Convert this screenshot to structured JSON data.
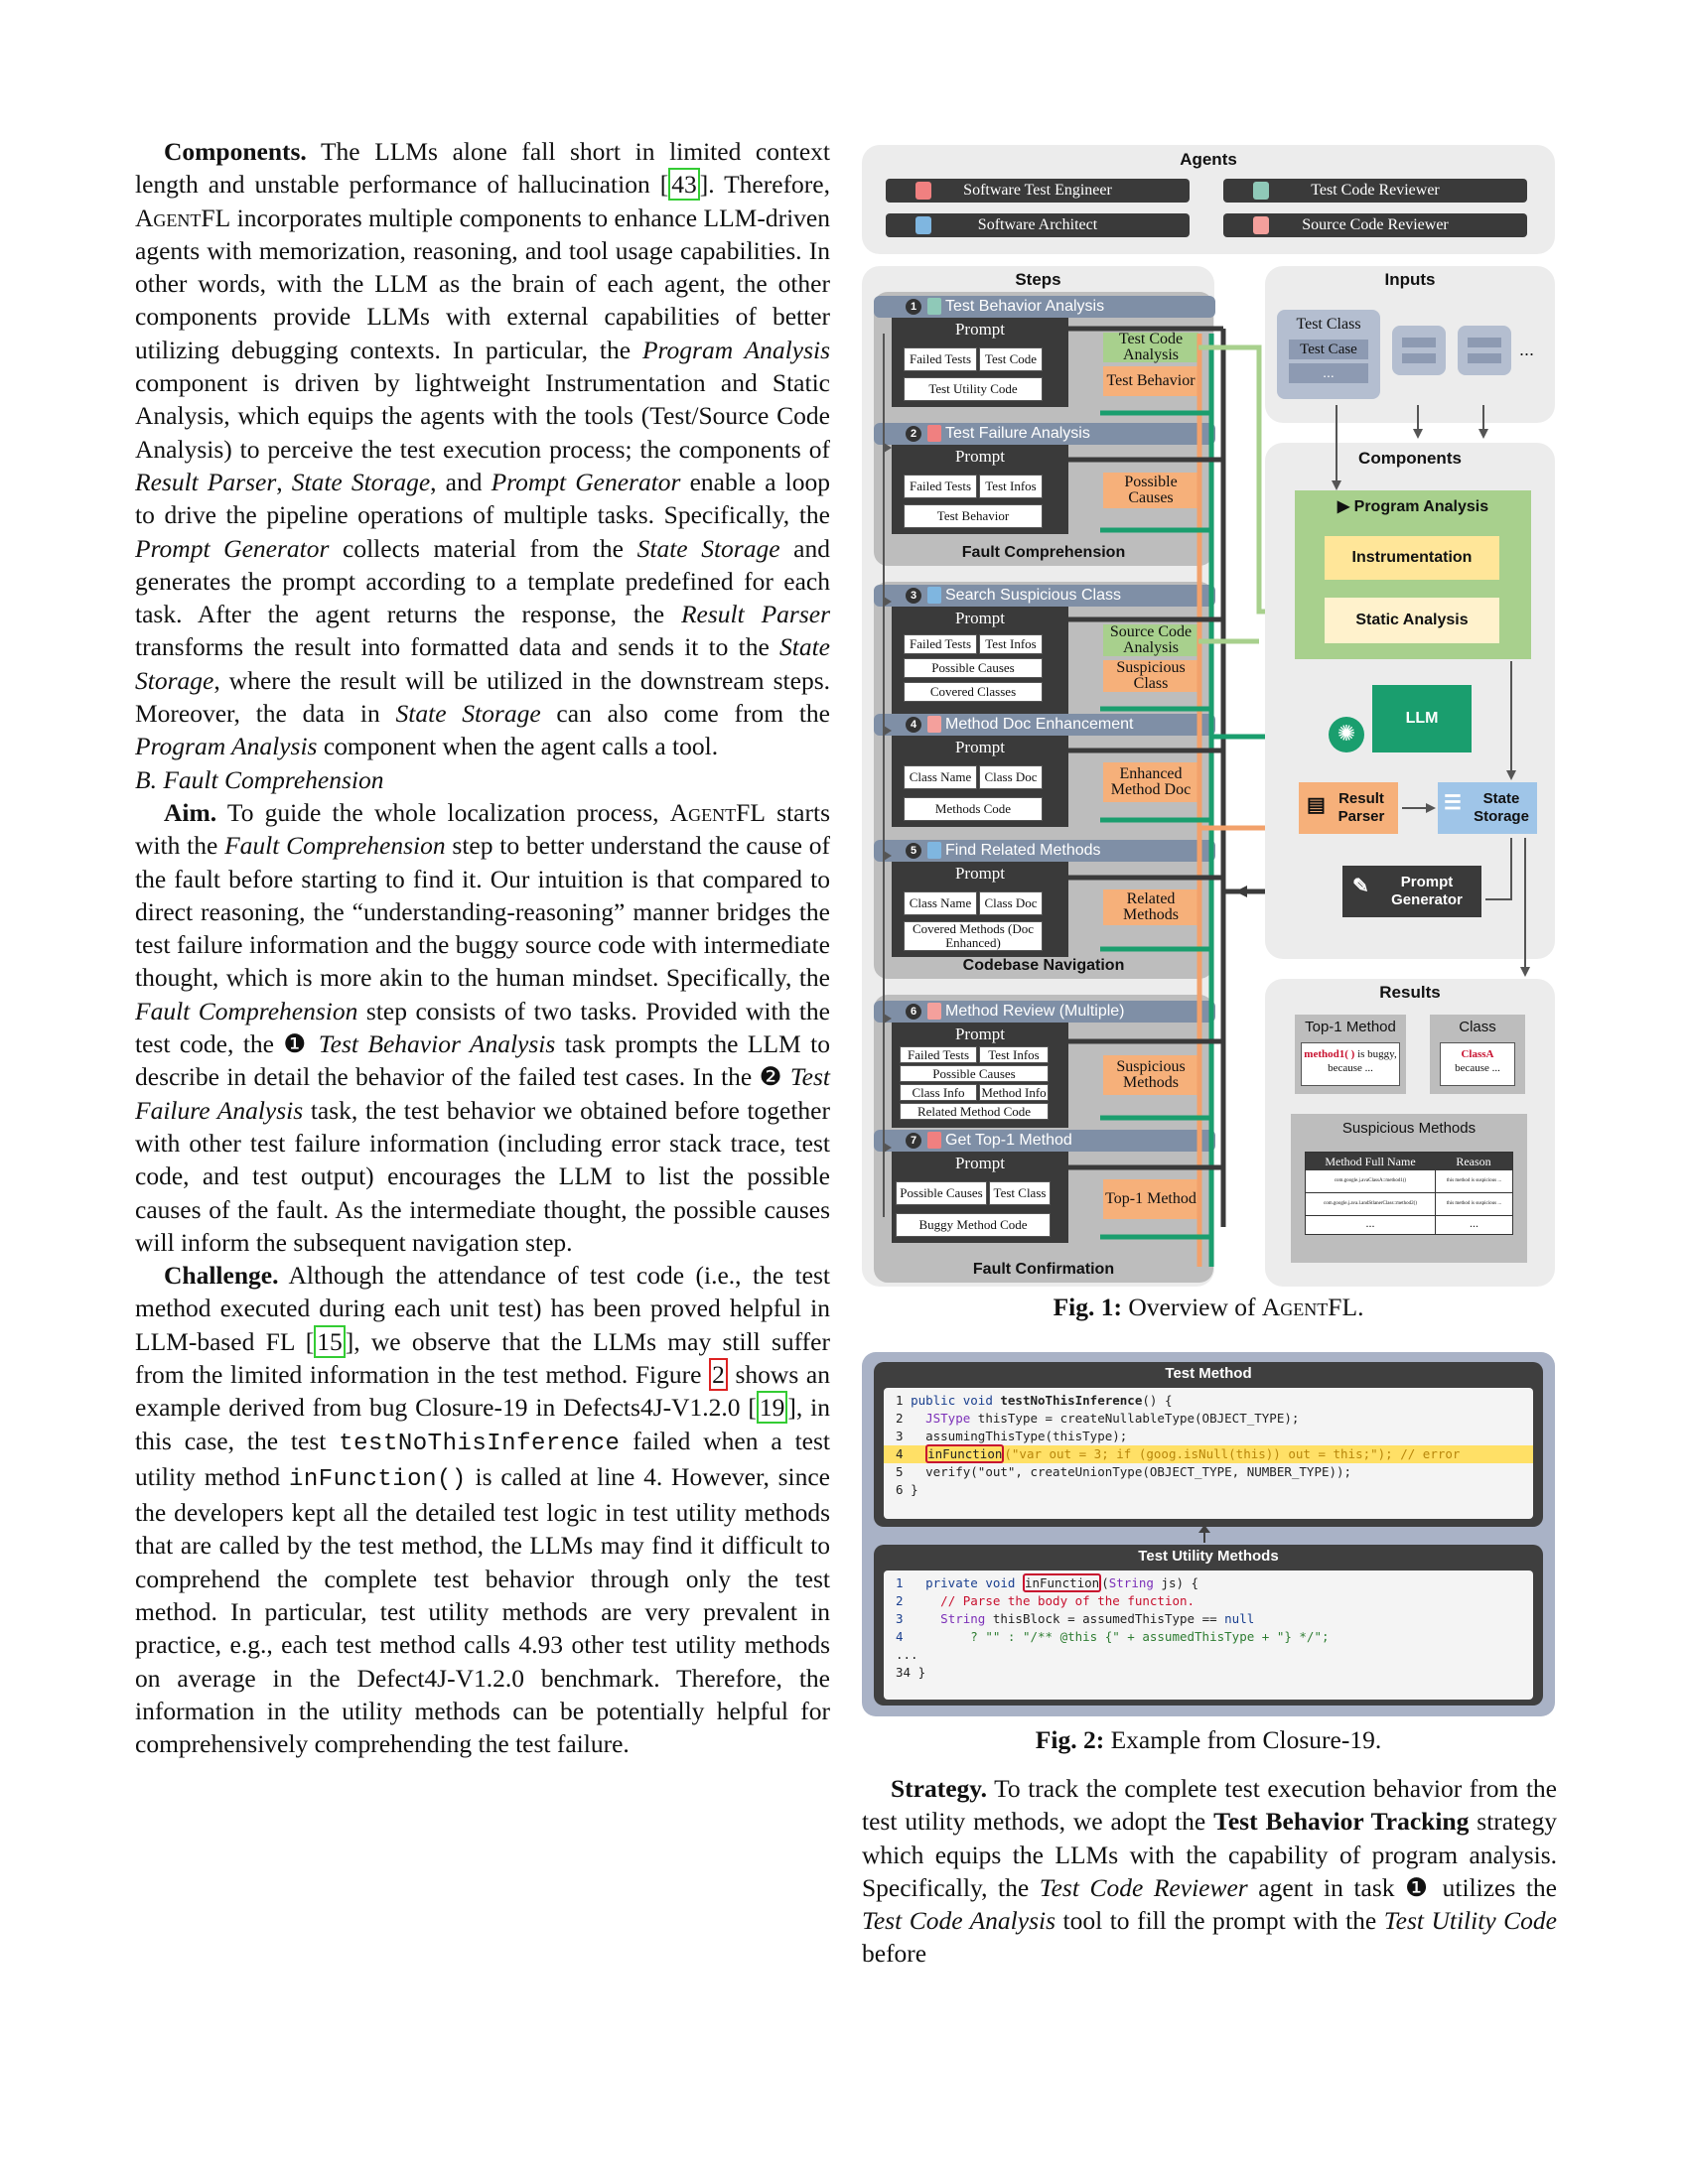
{
  "left_column": {
    "p_components": {
      "lead": "Components.",
      "t1": " The LLMs alone fall short in limited context length and unstable performance of hallucination ",
      "ref": "43",
      "t2": ". Therefore, ",
      "agentfl": "AgentFL",
      "t3": " incorporates multiple components to enhance LLM-driven agents with memorization, reasoning, and tool usage capabilities. In other words, with the LLM as the brain of each agent, the other components provide LLMs with external capabilities of better utilizing debugging contexts. In particular, the ",
      "i1": "Program Analysis",
      "t4": " component is driven by lightweight Instrumentation and Static Analysis, which equips the agents with the tools (Test/Source Code Analysis) to perceive the test execution process; the components of ",
      "i2": "Result Parser",
      "t5": ", ",
      "i3": "State Storage",
      "t6": ", and ",
      "i4": "Prompt Generator",
      "t7": " enable a loop to drive the pipeline operations of multiple tasks. Specifically, the ",
      "i5": "Prompt Generator",
      "t8": " collects material from the ",
      "i6": "State Storage",
      "t9": " and generates the prompt according to a template predefined for each task. After the agent returns the response, the ",
      "i7": "Result Parser",
      "t10": " transforms the result into formatted data and sends it to the ",
      "i8": "State Storage",
      "t11": ", where the result will be utilized in the downstream steps. Moreover, the data in ",
      "i9": "State Storage",
      "t12": " can also come from the ",
      "i10": "Program Analysis",
      "t13": " component when the agent calls a tool."
    },
    "section_heading": "B.  Fault Comprehension",
    "p_aim": {
      "lead": "Aim.",
      "t1": " To guide the whole localization process, ",
      "agentfl": "AgentFL",
      "t2": " starts with the ",
      "i1": "Fault Comprehension",
      "t3": " step to better understand the cause of the fault before starting to find it. Our intuition is that compared to direct reasoning, the “understanding-reasoning” manner bridges the test failure information and the buggy source code with intermediate thought, which is more akin to the human mindset. Specifically, the ",
      "i2": "Fault Comprehension",
      "t4": " step consists of two tasks. Provided with the test code, the ❶ ",
      "i3": "Test Behavior Analysis",
      "t5": " task prompts the LLM to describe in detail the behavior of the failed test cases. In the ❷ ",
      "i4": "Test Failure Analysis",
      "t6": " task, the test behavior we obtained before together with other test failure information (including error stack trace, test code, and test output) encourages the LLM to list the possible causes of the fault. As the intermediate thought, the possible causes will inform the subsequent navigation step."
    },
    "p_challenge": {
      "lead": "Challenge.",
      "t1": " Although the attendance of test code (i.e., the test method executed during each unit test) has been proved helpful in LLM-based FL ",
      "ref1": "15",
      "t2": ", we observe that the LLMs may still suffer from the limited information in the test method. Figure ",
      "fig": "2",
      "t3": " shows an example derived from bug Closure-19 in Defects4J-V1.2.0 ",
      "ref2": "19",
      "t4": ", in this case, the test ",
      "code1": "testNoThisInference",
      "t5": " failed when a test utility method ",
      "code2": "inFunction()",
      "t6": " is called at line 4. However, since the developers kept all the detailed test logic in test utility methods that are called by the test method, the LLMs may find it difficult to comprehend the complete test behavior through only the test method. In particular, test utility methods are very prevalent in practice, e.g., each test method calls 4.93 other test utility methods on average in the Defect4J-V1.2.0 benchmark. Therefore, the information in the utility methods can be potentially helpful for comprehensively comprehending the test failure."
    }
  },
  "right_column": {
    "p_strategy": {
      "lead": "Strategy.",
      "t1": " To track the complete test execution behavior from the test utility methods, we adopt the ",
      "b1": "Test Behavior Tracking",
      "t2": " strategy which equips the LLMs with the capability of program analysis. Specifically, the ",
      "i1": "Test Code Reviewer",
      "t3": " agent in task ❶ utilizes the ",
      "i2": "Test Code Analysis",
      "t4": " tool to fill the prompt with the ",
      "i3": "Test Utility Code",
      "t5": " before"
    }
  },
  "fig1": {
    "caption_label": "Fig. 1:",
    "caption_text": " Overview of ",
    "caption_name": "AgentFL",
    "caption_end": ".",
    "agents_title": "Agents",
    "agents": [
      "Software Test Engineer",
      "Test Code Reviewer",
      "Software Architect",
      "Source Code Reviewer"
    ],
    "steps_title": "Steps",
    "inputs_title": "Inputs",
    "inputs": {
      "test_class": "Test Class",
      "test_case": "Test Case",
      "dots": "...",
      "more": "..."
    },
    "groups": [
      "Fault Comprehension",
      "Codebase Navigation",
      "Fault Confirmation"
    ],
    "prompt_label": "Prompt",
    "tasks": [
      {
        "num": "1",
        "title": "Test Behavior Analysis",
        "inputs": [
          "Failed Tests",
          "Test Code",
          "Test Utility Code"
        ],
        "outputs": [
          "Test Code Analysis",
          "Test Behavior"
        ]
      },
      {
        "num": "2",
        "title": "Test Failure Analysis",
        "inputs": [
          "Failed Tests",
          "Test Infos",
          "Test Behavior"
        ],
        "outputs": [
          "Possible Causes"
        ]
      },
      {
        "num": "3",
        "title": "Search Suspicious Class",
        "inputs": [
          "Failed Tests",
          "Test Infos",
          "Possible Causes",
          "Covered Classes"
        ],
        "outputs": [
          "Source Code Analysis",
          "Suspicious Class"
        ]
      },
      {
        "num": "4",
        "title": "Method Doc Enhancement",
        "inputs": [
          "Class Name",
          "Class Doc",
          "Methods Code"
        ],
        "outputs": [
          "Enhanced Method Doc"
        ]
      },
      {
        "num": "5",
        "title": "Find Related Methods",
        "inputs": [
          "Class Name",
          "Class Doc",
          "Covered Methods (Doc Enhanced)"
        ],
        "outputs": [
          "Related Methods"
        ]
      },
      {
        "num": "6",
        "title": "Method Review (Multiple)",
        "inputs": [
          "Failed Tests",
          "Test Infos",
          "Possible Causes",
          "Class Info",
          "Method Info",
          "Related Method Code"
        ],
        "outputs": [
          "Suspicious Methods"
        ]
      },
      {
        "num": "7",
        "title": "Get Top-1 Method",
        "inputs": [
          "Possible Causes",
          "Test Class",
          "Buggy Method Code"
        ],
        "outputs": [
          "Top-1 Method"
        ]
      }
    ],
    "components_title": "Components",
    "program_analysis": "Program Analysis",
    "instrumentation": "Instrumentation",
    "static_analysis": "Static Analysis",
    "llm": "LLM",
    "result_parser": "Result Parser",
    "state_storage": "State Storage",
    "prompt_generator": "Prompt Generator",
    "results_title": "Results",
    "top1_title": "Top-1 Method",
    "top1_name": "method1( )",
    "top1_text": " is buggy, because ...",
    "class_title": "Class",
    "class_name": "ClassA",
    "class_text": "because ...",
    "suspicious_title": "Suspicious Methods",
    "table_headers": [
      "Method Full Name",
      "Reason"
    ],
    "table_rows": [
      [
        "com.google.j.avaClassA::method1()",
        "this method is suspicious ..."
      ],
      [
        "com.google.j.ava.l.andStlanerClass::method2()",
        "this method is suspicious ..."
      ],
      [
        "...",
        "..."
      ]
    ]
  },
  "fig2": {
    "caption_label": "Fig. 2:",
    "caption_text": " Example from Closure-19.",
    "test_method_title": "Test Method",
    "test_utility_title": "Test Utility Methods",
    "test_method_lines": [
      {
        "n": "1",
        "pre": " ",
        "kw": "public void ",
        "name": "testNoThisInference",
        "rest": "() {"
      },
      {
        "n": "2",
        "pre": "   ",
        "kw": "JSType",
        "name": "",
        "rest": " thisType = createNullableType(OBJECT_TYPE);"
      },
      {
        "n": "3",
        "pre": "   ",
        "kw": "",
        "name": "",
        "rest": "assumingThisType(thisType);"
      },
      {
        "n": "4",
        "pre": "   ",
        "boxed": "inFunction",
        "rest": "(\"var out = 3; if (goog.isNull(this)) out = this;\"); // error"
      },
      {
        "n": "5",
        "pre": "   ",
        "kw": "",
        "name": "",
        "rest": "verify(\"out\", createUnionType(OBJECT_TYPE, NUMBER_TYPE));"
      },
      {
        "n": "6",
        "pre": " ",
        "kw": "",
        "name": "",
        "rest": "}"
      }
    ],
    "utility_lines": [
      {
        "n": "1",
        "pre": "   ",
        "kw": "private void ",
        "boxed": "inFunction",
        "rest": "(",
        "kw2": "String",
        "rest2": " js) {"
      },
      {
        "n": "2",
        "pre": "     ",
        "cm": "// Parse the body of the function."
      },
      {
        "n": "3",
        "pre": "     ",
        "kw": "String",
        "rest": " thisBlock = assumedThisType == ",
        "kw2": "null"
      },
      {
        "n": "4",
        "pre": "         ",
        "rest": "? \"\" : \"/** @this {\" + assumedThisType + \"} */\";"
      },
      {
        "n": "...",
        "pre": ""
      },
      {
        "n": "34",
        "pre": " ",
        "rest": "}"
      }
    ]
  },
  "colors": {
    "task_header": "#7f8fa6",
    "output_orange": "#f6b07a",
    "output_green": "#a8d08d",
    "flow_green": "#1a9e6e",
    "flow_orange": "#f2a16b",
    "program_analysis": "#a8d08d",
    "instrumentation": "#ffe699",
    "llm": "#1a9e6e",
    "state_storage": "#9fc5e8",
    "code_highlight": "#ffe066"
  }
}
